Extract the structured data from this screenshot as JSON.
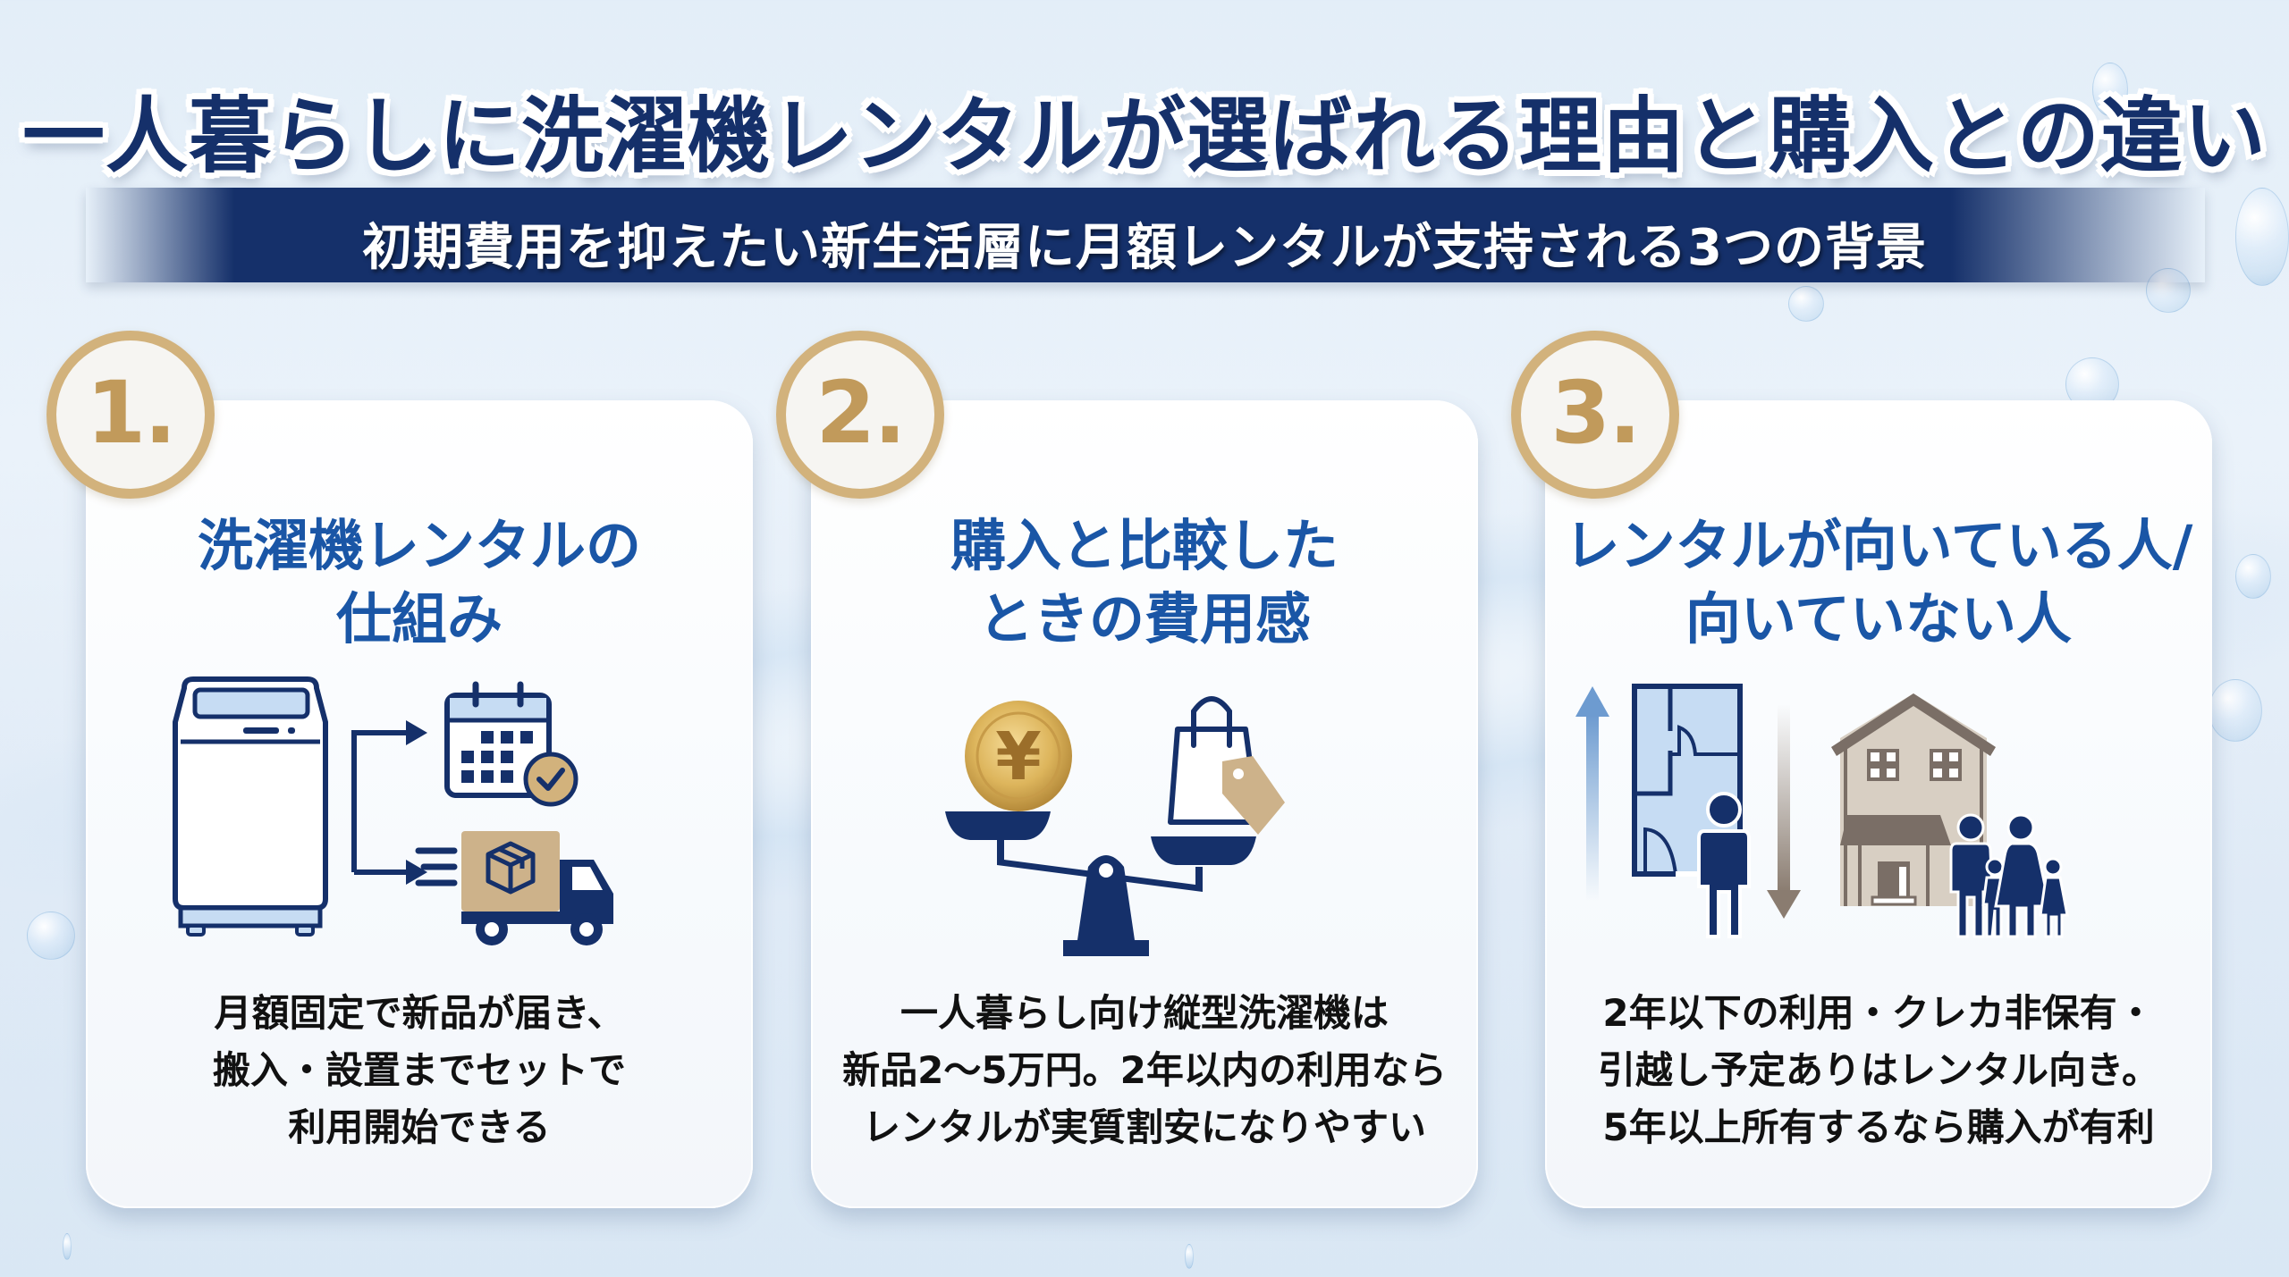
{
  "header": {
    "title": "一人暮らしに洗濯機レンタルが選ばれる理由と購入との違い",
    "subtitle": "初期費用を抑えたい新生活層に月額レンタルが支持される3つの背景"
  },
  "colors": {
    "navy": "#15306a",
    "title_blue": "#1a56a6",
    "gold": "#d2b27c",
    "gold_text": "#c19a5b",
    "light_blue": "#c6dcf3",
    "taupe": "#7a6e66"
  },
  "cards": [
    {
      "number": "1.",
      "title_lines": [
        "洗濯機レンタルの",
        "仕組み"
      ],
      "icons": [
        "washing-machine-icon",
        "arrow-right-icon",
        "calendar-check-icon",
        "delivery-truck-icon",
        "package-icon"
      ],
      "body_lines": [
        "月額固定で新品が届き、",
        "搬入・設置までセットで",
        "利用開始できる"
      ]
    },
    {
      "number": "2.",
      "title_lines": [
        "購入と比較した",
        "ときの費用感"
      ],
      "icons": [
        "yen-coin-icon",
        "balance-scale-icon",
        "shopping-bag-icon",
        "price-tag-icon"
      ],
      "coin_symbol": "¥",
      "body_lines": [
        "一人暮らし向け縦型洗濯機は",
        "新品2〜5万円。2年以内の利用なら",
        "レンタルが実質割安になりやすい"
      ]
    },
    {
      "number": "3.",
      "title_lines": [
        "レンタルが向いている人/",
        "向いていない人"
      ],
      "icons": [
        "arrow-up-icon",
        "floor-plan-icon",
        "single-person-icon",
        "arrow-down-icon",
        "house-icon",
        "family-icon"
      ],
      "body_lines": [
        "2年以下の利用・クレカ非保有・",
        "引越し予定ありはレンタル向き。",
        "5年以上所有するなら購入が有利"
      ]
    }
  ]
}
